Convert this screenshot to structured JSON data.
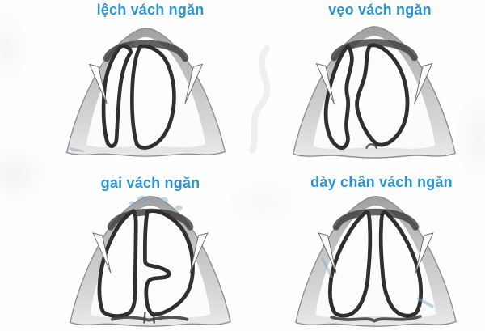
{
  "colors": {
    "caption_blue": "#2b95d1",
    "sketch_dark": "#2f2f2f",
    "background": "#fefefe",
    "watercolor_blue": "#7fa9c4"
  },
  "figures": [
    {
      "caption": "lệch vách ngăn"
    },
    {
      "caption": "vẹo vách ngăn"
    },
    {
      "caption": "gai vách ngăn"
    },
    {
      "caption": "dày chân vách ngăn"
    }
  ]
}
